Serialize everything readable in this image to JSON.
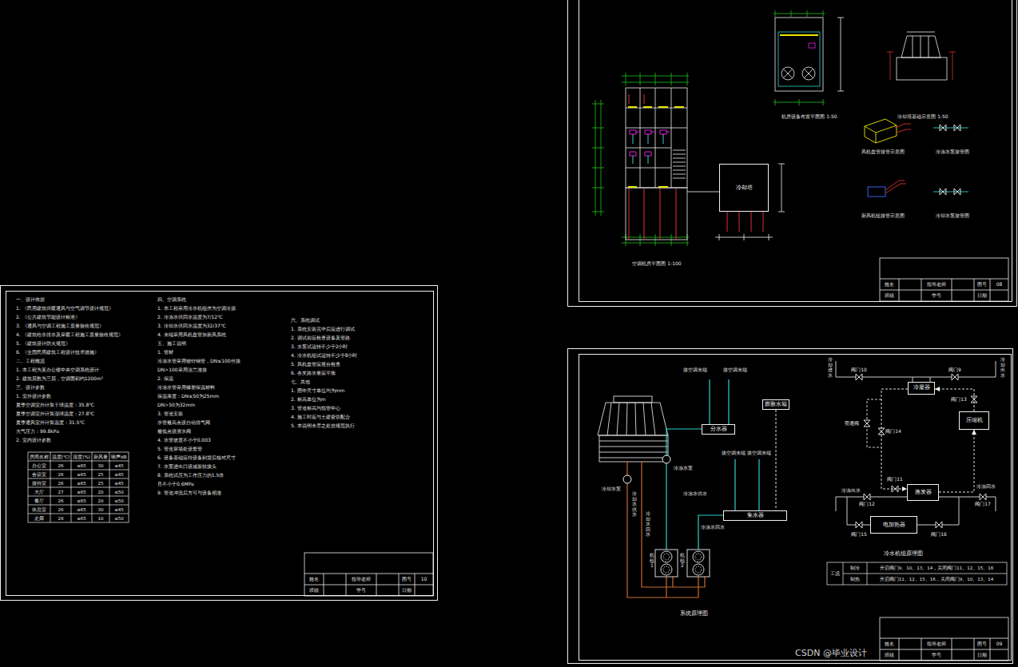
{
  "diagram": {
    "nodes": [
      {
        "text": [
          "冷却塔"
        ]
      },
      {
        "text": [
          "分水器"
        ]
      },
      {
        "text": [
          "膨胀水箱"
        ]
      },
      {
        "text": [
          "集水器"
        ]
      },
      {
        "text": [
          "冷凝器"
        ]
      },
      {
        "text": [
          "压缩机"
        ]
      },
      {
        "text": [
          "蒸发器"
        ]
      },
      {
        "text": [
          "电加热器"
        ]
      }
    ],
    "edges": [
      {
        "from": 5,
        "to": 4,
        "arrow": "to"
      },
      {
        "from": 4,
        "to": 6,
        "arrow": "to"
      },
      {
        "from": 6,
        "to": 5,
        "arrow": "to"
      },
      {
        "from": 2,
        "to": 3,
        "arrow": "none"
      }
    ],
    "labels": [
      "一、设计依据",
      "1. 《民用建筑供暖通风与空气调节设计规范》",
      "2. 《公共建筑节能设计标准》",
      "3. 《通风与空调工程施工质量验收规范》",
      "4. 《建筑给水排水及采暖工程施工质量验收规范》",
      "5. 《建筑设计防火规范》",
      "6. 《全国民用建筑工程设计技术措施》",
      "二、工程概况",
      "1. 本工程为某办公楼中央空调系统设计",
      "2. 建筑层数为三层，空调面积约1200m²",
      "三、设计参数",
      "1. 室外设计参数",
      "夏季空调室外计算干球温度：35.8℃",
      "夏季空调室外计算湿球温度：27.8℃",
      "夏季通风室外计算温度：31.5℃",
      "大气压力：99.8kPa",
      "2. 室内设计参数",
      "四、空调系统",
      "1. 本工程采用冷水机组作为空调冷源",
      "2. 冷冻水供回水温度为7/12℃",
      "3. 冷却水供回水温度为32/37℃",
      "4. 末端采用风机盘管加新风系统",
      "五、施工说明",
      "1. 管材",
      "冷冻水管采用镀锌钢管，DN≤100丝接",
      "DN>100采用法兰连接",
      "2. 保温",
      "冷冻水管采用橡塑保温材料",
      "保温厚度：DN≤50为25mm",
      "DN>50为32mm",
      "3. 管道安装",
      "水管最高点设自动排气阀",
      "最低点设泄水阀",
      "4. 水管坡度不小于0.003",
      "5. 管道穿墙处设套管",
      "6. 设备基础应待设备到货后核对尺寸",
      "7. 水泵进出口设减振软接头",
      "8. 系统试压为工作压力的1.5倍",
      "且不小于0.6MPa",
      "9. 管道冲洗后方可与设备相连",
      "六、系统调试",
      "1. 系统安装完毕后应进行调试",
      "2. 调试前应检查设备及管路",
      "3. 水泵试运转不少于2小时",
      "4. 冷水机组试运转不少于8小时",
      "5. 风机盘管应逐台检查",
      "6. 各支路水量应平衡",
      "七、其他",
      "1. 图中尺寸单位均为mm",
      "2. 标高单位为m",
      "3. 管道标高均指管中心",
      "4. 施工时应与土建密切配合",
      "5. 本说明未尽之处按规范执行",
      "房间名称",
      "温度(℃)",
      "湿度(%)",
      "新风量",
      "噪声dB",
      "办公室",
      "26",
      "≤65",
      "30",
      "≤45",
      "会议室",
      "26",
      "≤65",
      "25",
      "≤45",
      "接待室",
      "26",
      "≤65",
      "25",
      "≤45",
      "大厅",
      "27",
      "≤65",
      "20",
      "≤50",
      "餐厅",
      "26",
      "≤65",
      "20",
      "≤50",
      "休息室",
      "26",
      "≤65",
      "30",
      "≤45",
      "走廊",
      "28",
      "≤65",
      "10",
      "≤50",
      "姓名",
      "指导老师",
      "图号",
      "10",
      "班级",
      "学号",
      "日期",
      "空调机房平面图 1:100",
      "机房设备布置平面图 1:50",
      "冷却塔基础示意图 1:50",
      "风机盘管接管示意图",
      "冷冻水泵接管图",
      "新风机组接管示意图",
      "冷却水泵接管图",
      "姓名",
      "指导老师",
      "图号",
      "08",
      "班级",
      "学号",
      "日期",
      "接空调末端",
      "接空调末端",
      "冷却水泵",
      "冷冻水泵",
      "冷冻水供水",
      "冷冻水回水",
      "冷却水供水",
      "冷却水回水",
      "接空调末端",
      "接空调末端",
      "机组1",
      "机组2",
      "系统原理图",
      "冷却进水",
      "冷却出水",
      "阀门10",
      "阀门9",
      "阀门14",
      "阀门13",
      "旁通阀",
      "冷冻出水",
      "冷冻回水",
      "阀门12",
      "阀门11",
      "阀门17",
      "阀门15",
      "阀门16",
      "冷水机组原理图",
      "工况",
      "制冷",
      "开启阀门9、10、13、14，关闭阀门11、12、15、16",
      "制热",
      "开启阀门11、12、15、16，关闭阀门9、10、13、14",
      "姓名",
      "指导老师",
      "图号",
      "09",
      "班级",
      "学号",
      "日期",
      "CSDN @毕业设计"
    ]
  }
}
